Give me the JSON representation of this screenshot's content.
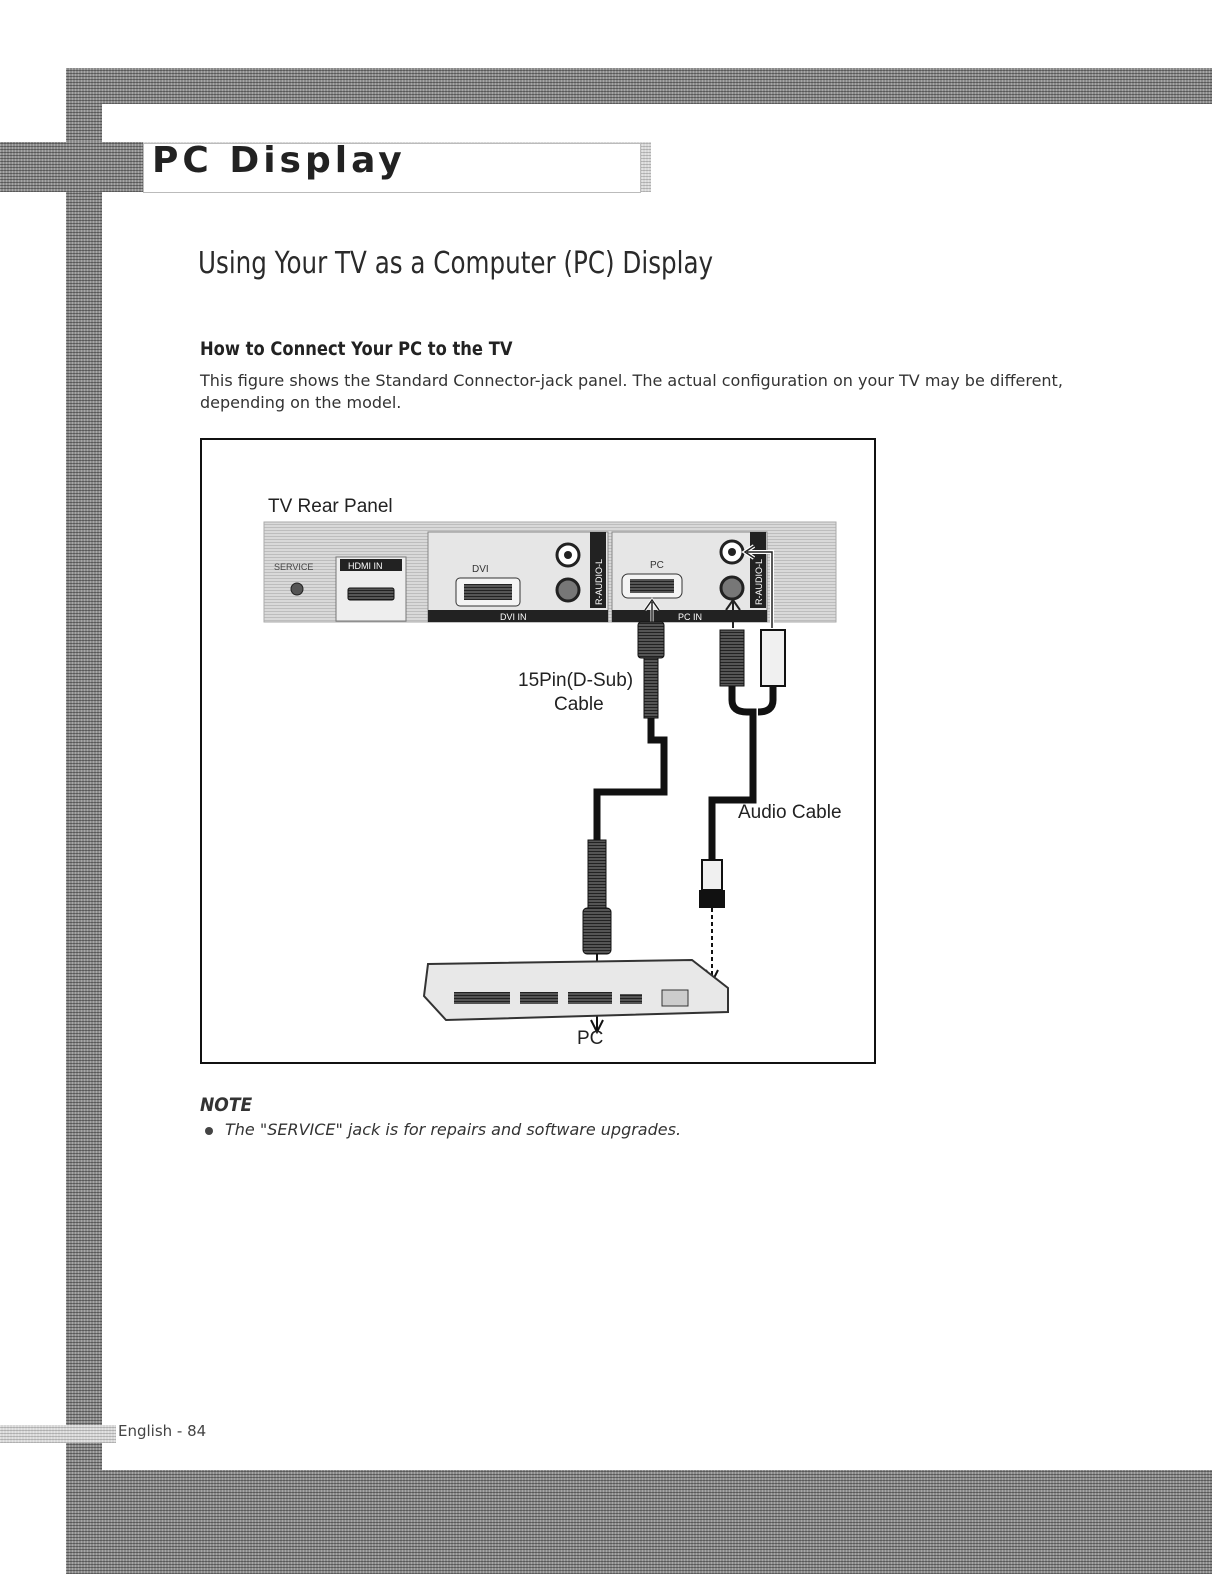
{
  "header": {
    "section_title": "PC Display"
  },
  "page_heading": "Using Your TV as a Computer (PC) Display",
  "sub_heading": "How to Connect Your PC to the TV",
  "intro_text": "This figure shows the Standard Connector-jack panel. The actual configuration on your TV may be different, depending on the model.",
  "figure": {
    "tv_rear_panel_label": "TV Rear Panel",
    "service_label": "SERVICE",
    "hdmi_in_label": "HDMI IN",
    "dvi_label": "DVI",
    "dvi_in_label": "DVI IN",
    "pc_port_label": "PC",
    "pc_in_label": "PC IN",
    "audio_jack_label": "R-AUDIO-L",
    "dsub_cable_label_line1": "15Pin(D-Sub)",
    "dsub_cable_label_line2": "Cable",
    "audio_cable_label": "Audio Cable",
    "pc_label": "PC"
  },
  "note": {
    "label": "NOTE",
    "item": "The \"SERVICE\" jack is for repairs and software upgrades."
  },
  "footer": {
    "page_label": "English - 84"
  }
}
